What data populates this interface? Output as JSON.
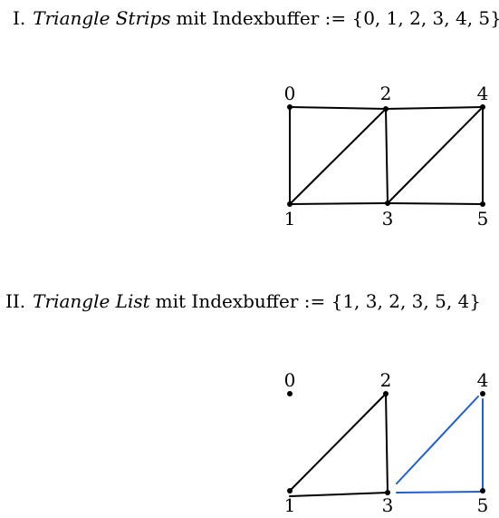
{
  "section1": {
    "roman": "I.",
    "term": "Triangle Strips",
    "rest": "mit Indexbuffer := {0, 1, 2, 3, 4, 5}",
    "vertex_labels": [
      "0",
      "1",
      "2",
      "3",
      "4",
      "5"
    ],
    "edge_color": "#000000"
  },
  "section2": {
    "roman": "II.",
    "term": "Triangle List",
    "rest": "mit Indexbuffer := {1, 3, 2, 3, 5, 4}",
    "vertex_labels": [
      "0",
      "1",
      "2",
      "3",
      "4",
      "5"
    ],
    "edge_color": "#000000",
    "highlight_color": "#1f5fd6"
  }
}
